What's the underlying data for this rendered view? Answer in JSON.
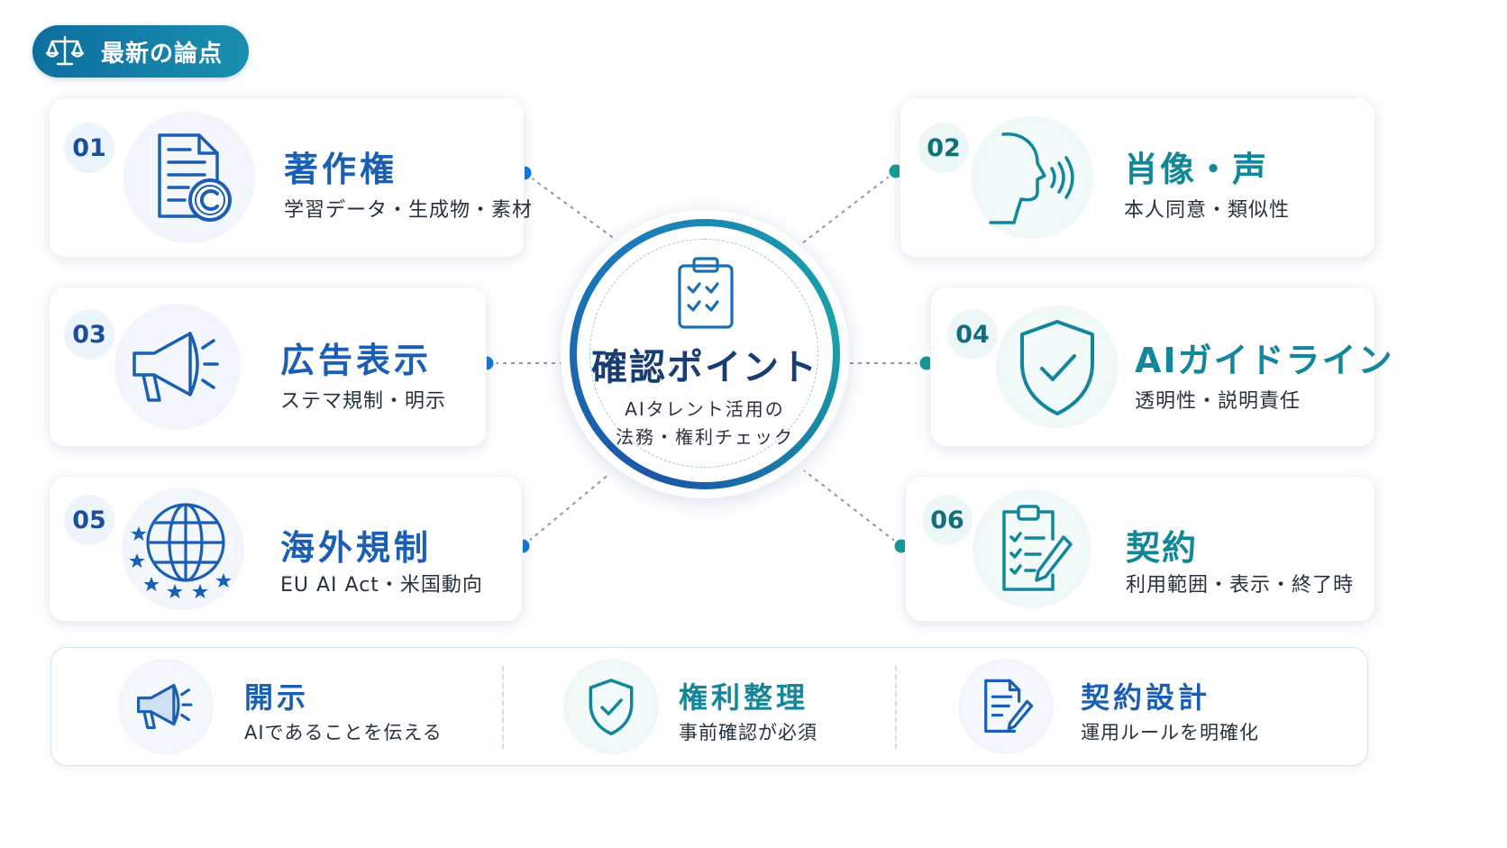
{
  "header": {
    "badge_label": "最新の論点"
  },
  "center": {
    "title": "確認ポイント",
    "subtitle_line1": "AIタレント活用の",
    "subtitle_line2": "法務・権利チェック"
  },
  "items": [
    {
      "number": "01",
      "title": "著作権",
      "subtitle": "学習データ・生成物・素材",
      "icon": "copyright-document-icon"
    },
    {
      "number": "02",
      "title": "肖像・声",
      "subtitle": "本人同意・類似性",
      "icon": "face-voice-icon"
    },
    {
      "number": "03",
      "title": "広告表示",
      "subtitle": "ステマ規制・明示",
      "icon": "megaphone-icon"
    },
    {
      "number": "04",
      "title": "AIガイドライン",
      "subtitle": "透明性・説明責任",
      "icon": "shield-check-icon"
    },
    {
      "number": "05",
      "title": "海外規制",
      "subtitle": "EU AI Act・米国動向",
      "icon": "globe-stars-icon"
    },
    {
      "number": "06",
      "title": "契約",
      "subtitle": "利用範囲・表示・終了時",
      "icon": "clipboard-pen-icon"
    }
  ],
  "summary": [
    {
      "title": "開示",
      "subtitle": "AIであることを伝える",
      "icon": "megaphone-icon"
    },
    {
      "title": "権利整理",
      "subtitle": "事前確認が必須",
      "icon": "shield-check-icon"
    },
    {
      "title": "契約設計",
      "subtitle": "運用ルールを明確化",
      "icon": "document-pen-icon"
    }
  ],
  "colors": {
    "blue": "#1a5fb4",
    "teal": "#13879a",
    "navy": "#173d74"
  }
}
